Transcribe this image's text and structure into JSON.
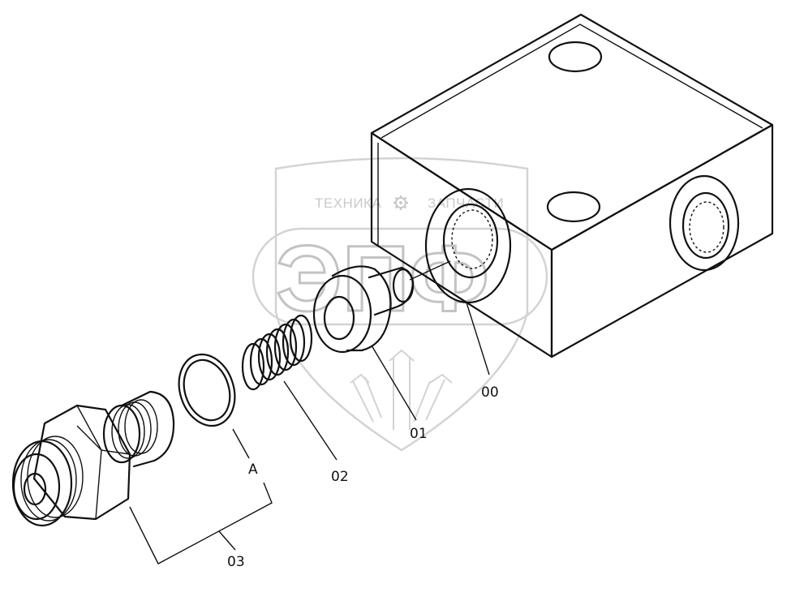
{
  "watermark": {
    "left_word": "ТЕХНИКА",
    "right_word": "ЗАПЧАСТИ",
    "logo_letters": "ЭПФ"
  },
  "callouts": {
    "part_00": "00",
    "part_01": "01",
    "part_02": "02",
    "part_03": "03",
    "ref_a": "A"
  }
}
